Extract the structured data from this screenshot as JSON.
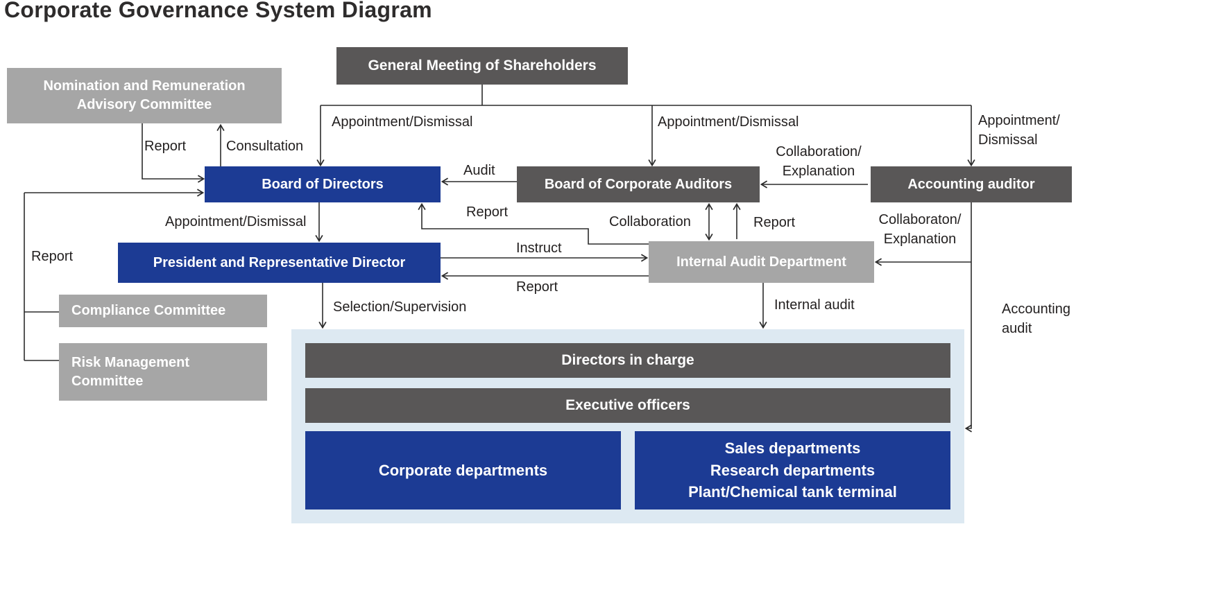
{
  "title": "Corporate Governance System Diagram",
  "colors": {
    "dark_gray": "#595757",
    "light_gray": "#a6a6a6",
    "blue": "#1c3b94",
    "panel_blue": "#dde9f2",
    "line": "#2b2b2b",
    "label_text": "#221f1f",
    "box_text": "#ffffff"
  },
  "nodes": {
    "shareholders": {
      "label": "General Meeting of Shareholders"
    },
    "nomination": {
      "lines": [
        "Nomination and Remuneration",
        "Advisory Committee"
      ]
    },
    "board": {
      "label": "Board of Directors"
    },
    "corporate_auditors": {
      "label": "Board of Corporate Auditors"
    },
    "accounting_auditor": {
      "label": "Accounting auditor"
    },
    "president": {
      "label": "President and Representative Director"
    },
    "internal_audit": {
      "label": "Internal Audit Department"
    },
    "compliance": {
      "label": "Compliance Committee"
    },
    "risk": {
      "lines": [
        "Risk Management",
        "Committee"
      ]
    },
    "directors_in_charge": {
      "label": "Directors in charge"
    },
    "executive_officers": {
      "label": "Executive officers"
    },
    "corporate_departments": {
      "label": "Corporate departments"
    },
    "sales": {
      "lines": [
        "Sales departments",
        "Research departments",
        "Plant/Chemical tank terminal"
      ]
    }
  },
  "edge_labels": {
    "report_nomination": "Report",
    "consultation": "Consultation",
    "appointment_dismissal_board": "Appointment/Dismissal",
    "appointment_dismissal_auditors": "Appointment/Dismissal",
    "appointment_dismissal_accounting": {
      "lines": [
        "Appointment/",
        "Dismissal"
      ]
    },
    "audit": "Audit",
    "report_to_board": "Report",
    "collaboration_explanation_auditors": {
      "lines": [
        "Collaboration/",
        "Explanation"
      ]
    },
    "collaboration": "Collaboration",
    "report_to_auditors": "Report",
    "collaboration_explanation_internal": {
      "lines": [
        "Collaboraton/",
        "Explanation"
      ]
    },
    "appointment_dismissal_president": "Appointment/Dismissal",
    "report_left": "Report",
    "instruct": "Instruct",
    "report_to_president": "Report",
    "selection_supervision": "Selection/Supervision",
    "internal_audit_down": "Internal audit",
    "accounting_audit": {
      "lines": [
        "Accounting",
        "audit"
      ]
    }
  }
}
